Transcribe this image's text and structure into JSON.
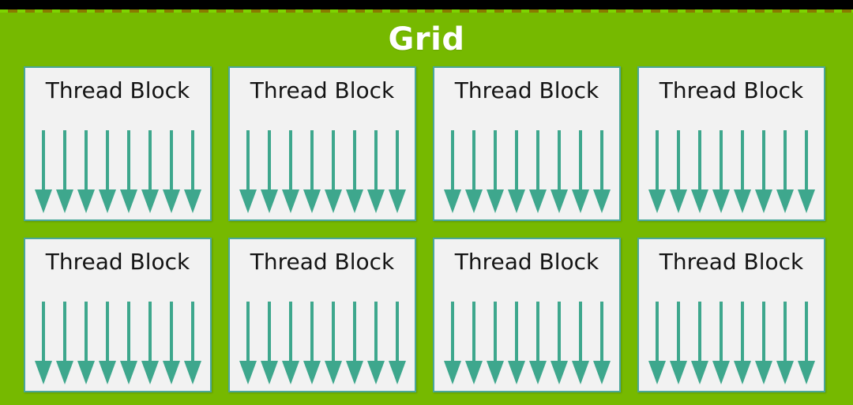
{
  "diagram": {
    "title": "Grid",
    "title_color": "#ffffff",
    "panel_color": "#76b900",
    "accent_color": "#3ea78d",
    "block_border_color": "#4aa79a",
    "block_fill_color": "#f2f2f2",
    "rows": 2,
    "columns": 4,
    "arrows_per_block": 8,
    "blocks": [
      {
        "label": "Thread Block",
        "row": 1,
        "col": 1,
        "arrows": 8
      },
      {
        "label": "Thread Block",
        "row": 1,
        "col": 2,
        "arrows": 8
      },
      {
        "label": "Thread Block",
        "row": 1,
        "col": 3,
        "arrows": 8
      },
      {
        "label": "Thread Block",
        "row": 1,
        "col": 4,
        "arrows": 8
      },
      {
        "label": "Thread Block",
        "row": 2,
        "col": 1,
        "arrows": 8
      },
      {
        "label": "Thread Block",
        "row": 2,
        "col": 2,
        "arrows": 8
      },
      {
        "label": "Thread Block",
        "row": 2,
        "col": 3,
        "arrows": 8
      },
      {
        "label": "Thread Block",
        "row": 2,
        "col": 4,
        "arrows": 8
      }
    ]
  }
}
